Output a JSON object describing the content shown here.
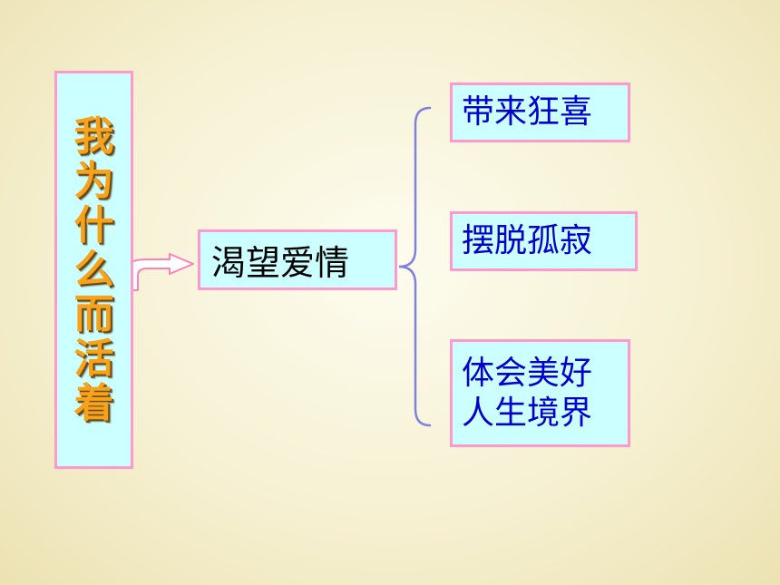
{
  "title": {
    "text": "我为什么而活着",
    "color": "#f7a21b"
  },
  "center": {
    "label": "渴望爱情"
  },
  "branches": [
    {
      "lines": [
        "带来狂喜"
      ]
    },
    {
      "lines": [
        "摆脱孤寂"
      ]
    },
    {
      "lines": [
        "体会美好",
        "人生境界"
      ]
    }
  ],
  "colors": {
    "box_fill": "#ccffff",
    "box_border": "#ff99cc",
    "branch_text": "#0000cc",
    "brace": "#8080e0"
  }
}
